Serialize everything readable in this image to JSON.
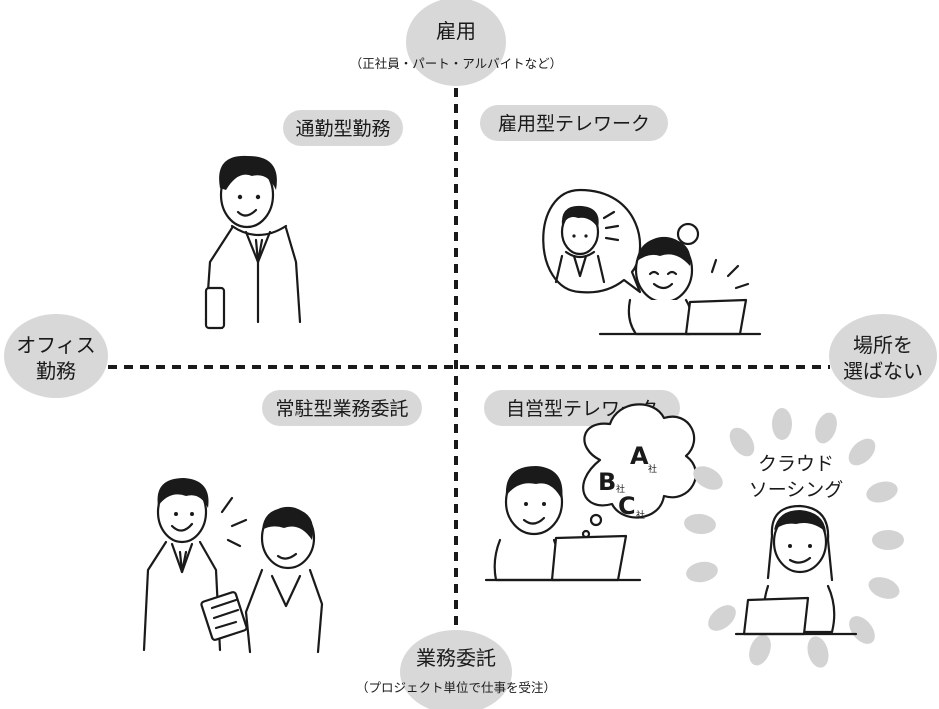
{
  "axes": {
    "top": {
      "label": "雇用",
      "sub": "（正社員・パート・アルバイトなど）"
    },
    "bottom": {
      "label": "業務委託",
      "sub": "（プロジェクト単位で仕事を受注）"
    },
    "left": {
      "line1": "オフィス",
      "line2": "勤務"
    },
    "right": {
      "line1": "場所を",
      "line2": "選ばない"
    }
  },
  "quadrants": {
    "top_left": "通勤型勤務",
    "top_right": "雇用型テレワーク",
    "bottom_left": "常駐型業務委託",
    "bottom_right": "自営型テレワーク"
  },
  "crowdsourcing": {
    "line1": "クラウド",
    "line2": "ソーシング"
  },
  "thought_bubble": {
    "a": "A",
    "b": "B",
    "c": "C",
    "suffix": "社"
  }
}
